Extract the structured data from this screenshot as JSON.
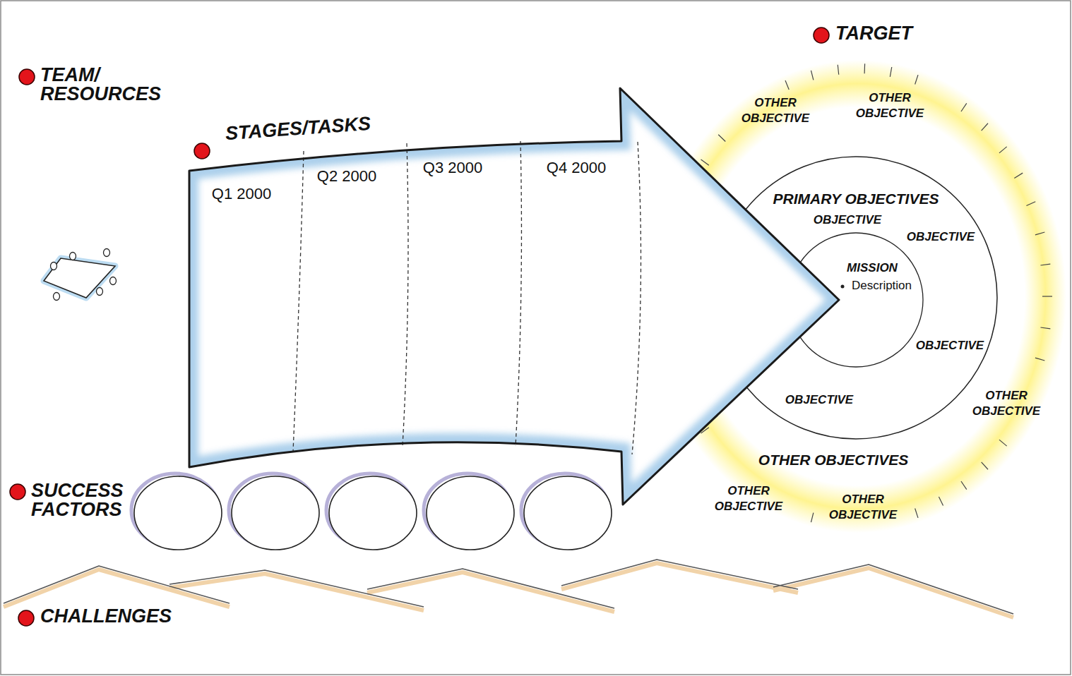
{
  "diagram": {
    "nodes": [
      {
        "text": [
          "STAGES/TASKS"
        ]
      },
      {
        "text": [
          "Q1 2000"
        ],
        "in": 0
      },
      {
        "text": [
          "Q2 2000"
        ],
        "in": 0
      },
      {
        "text": [
          "Q3 2000"
        ],
        "in": 0
      },
      {
        "text": [
          "Q4 2000"
        ],
        "in": 0
      },
      {
        "text": [
          "OTHER OBJECTIVE",
          "OTHER OBJECTIVE",
          "OTHER OBJECTIVE",
          "OTHER OBJECTIVES",
          "OTHER OBJECTIVE",
          "OTHER OBJECTIVE"
        ]
      },
      {
        "text": [
          "PRIMARY OBJECTIVES",
          "OBJECTIVE",
          "OBJECTIVE",
          "OBJECTIVE",
          "OBJECTIVE"
        ],
        "in": 5
      },
      {
        "text": [
          "MISSION",
          "Description"
        ],
        "in": 6
      }
    ],
    "labels": [
      "TARGET",
      "TEAM/ RESOURCES",
      "SUCCESS FACTORS",
      "CHALLENGES"
    ]
  }
}
